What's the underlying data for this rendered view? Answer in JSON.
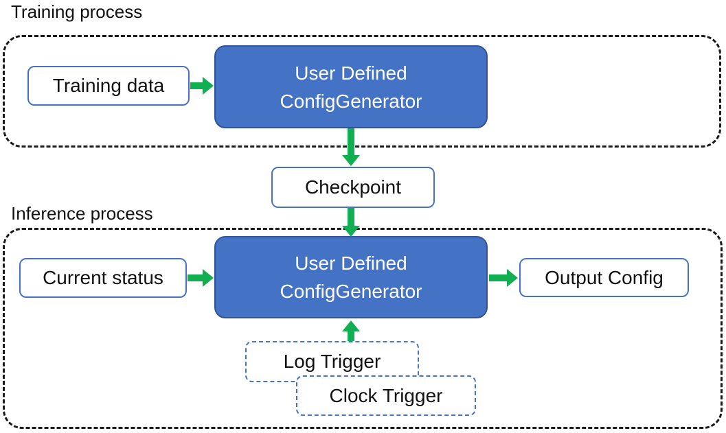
{
  "colors": {
    "generator_fill": "#4472C4",
    "generator_border": "#2F5597",
    "io_box_border": "#4472C4",
    "trigger_border": "#4472C4",
    "arrow_green": "#10B052",
    "container_border": "#1a1a1a"
  },
  "training": {
    "section_label": "Training process",
    "input_label": "Training data",
    "generator_line1": "User Defined",
    "generator_line2": "ConfigGenerator"
  },
  "checkpoint_label": "Checkpoint",
  "inference": {
    "section_label": "Inference process",
    "input_label": "Current status",
    "generator_line1": "User Defined",
    "generator_line2": "ConfigGenerator",
    "output_label": "Output Config",
    "log_trigger_label": "Log Trigger",
    "clock_trigger_label": "Clock Trigger"
  }
}
